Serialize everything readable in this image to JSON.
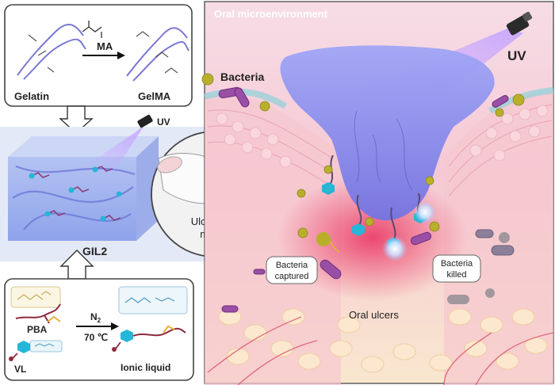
{
  "synthesis_top": {
    "reagent": "MA",
    "left": "Gelatin",
    "right": "GelMA"
  },
  "hydrogel": {
    "uv_label": "UV",
    "name": "GIL2"
  },
  "model": {
    "line1": "Ulceration",
    "line2": "model"
  },
  "synthesis_bottom": {
    "reagent1": "PBA",
    "reagent2": "VL",
    "condition_gas": "N",
    "condition_gas_sub": "2",
    "condition_temp": "70 ℃",
    "product": "Ionic liquid"
  },
  "oral_panel": {
    "title": "Oral microenvironment",
    "uv_label": "UV",
    "bacteria": "Bacteria",
    "captured_line1": "Bacteria",
    "captured_line2": "captured",
    "killed_line1": "Bacteria",
    "killed_line2": "killed",
    "ulcers": "Oral ulcers"
  },
  "colors": {
    "gel": "#8f8ff0",
    "bacteria_rod": "#9a4fa6",
    "bacteria_ball": "#b8b02a",
    "tissue": "#f4b9c6",
    "inflammation": "#e8456a",
    "box_border": "#444444"
  }
}
